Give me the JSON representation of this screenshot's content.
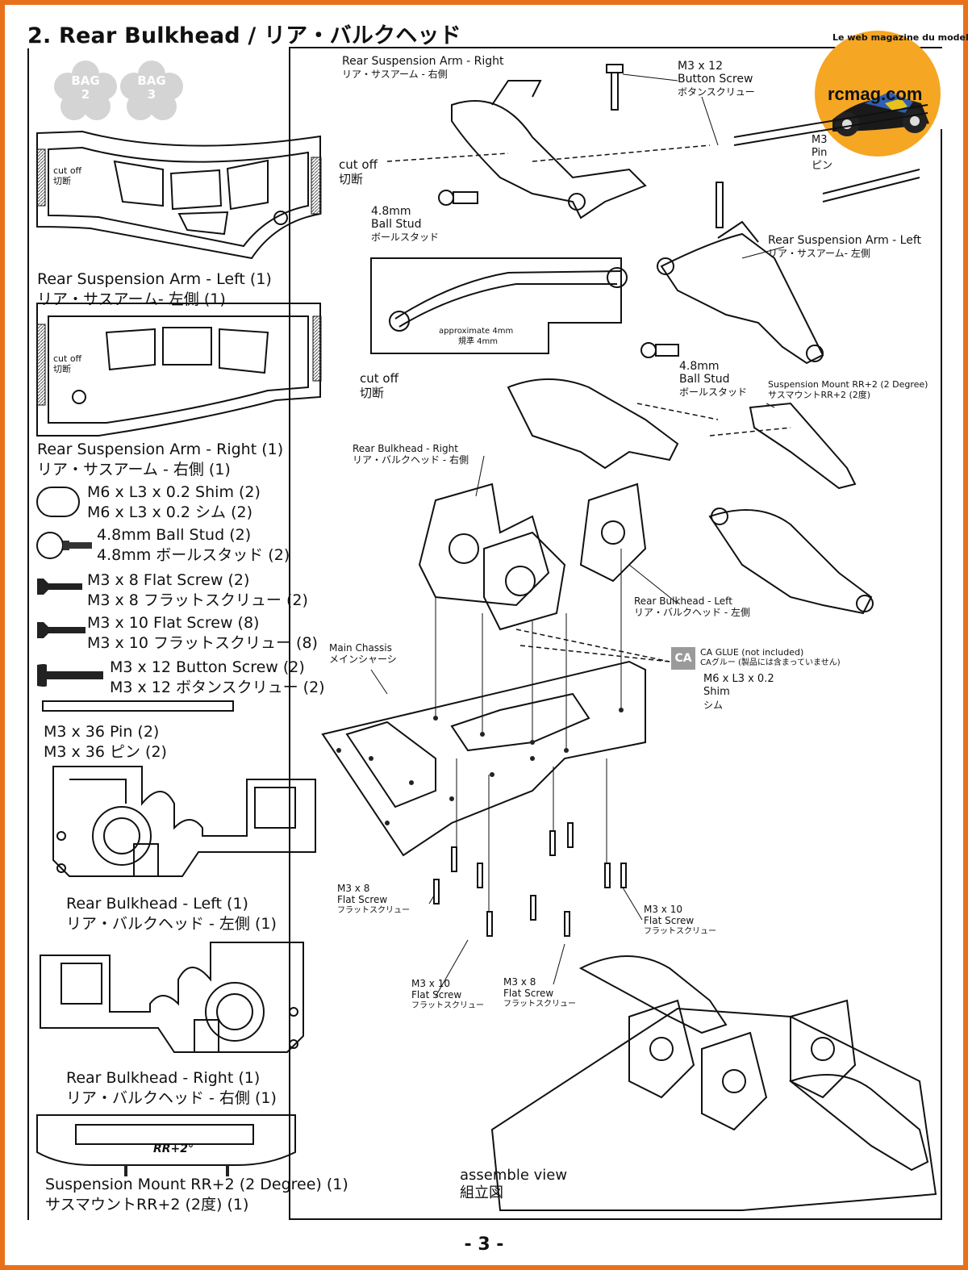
{
  "title": "2. Rear Bulkhead / リア・バルクヘッド",
  "bags": [
    "BAG 2",
    "BAG 3"
  ],
  "logo": {
    "text": "rcmag.com",
    "tagline": "Le web magazine du modelisme"
  },
  "colors": {
    "frame": "#e8701a",
    "logo_bg": "#f5a623",
    "ca_badge": "#9a9a9a"
  },
  "parts": {
    "arm_left_cut": {
      "inner_en": "cut off",
      "inner_jp": "切断",
      "outer_en": "cut off",
      "outer_jp": "切断"
    },
    "arm_left": {
      "en": "Rear Suspension Arm - Left (1)",
      "jp": "リア・サスアーム- 左側 (1)"
    },
    "arm_right_cut": {
      "inner_en": "cut off",
      "inner_jp": "切断",
      "outer_en": "cut off",
      "outer_jp": "切断"
    },
    "arm_right": {
      "en": "Rear Suspension Arm - Right (1)",
      "jp": "リア・サスアーム - 右側 (1)"
    },
    "shim": {
      "en": "M6 x L3 x 0.2 Shim (2)",
      "jp": "M6 x L3 x 0.2 シム (2)"
    },
    "ball_stud": {
      "en": "4.8mm Ball Stud (2)",
      "jp": "4.8mm ボールスタッド (2)"
    },
    "flat8": {
      "en": "M3 x 8 Flat Screw (2)",
      "jp": "M3 x 8 フラットスクリュー (2)"
    },
    "flat10": {
      "en": "M3 x 10 Flat Screw (8)",
      "jp": "M3 x 10 フラットスクリュー (8)"
    },
    "button12": {
      "en": "M3 x 12 Button Screw (2)",
      "jp": "M3 x 12 ボタンスクリュー (2)"
    },
    "pin": {
      "en": "M3 x 36 Pin (2)",
      "jp": "M3 x 36 ピン (2)"
    },
    "bulk_left": {
      "en": "Rear Bulkhead - Left (1)",
      "jp": "リア・バルクヘッド - 左側 (1)"
    },
    "bulk_right": {
      "en": "Rear Bulkhead - Right (1)",
      "jp": "リア・バルクヘッド - 右側 (1)"
    },
    "mount_mark": "RR+2°",
    "mount": {
      "en": "Suspension Mount RR+2 (2 Degree) (1)",
      "jp": "サスマウントRR+2 (2度) (1)"
    }
  },
  "diagram": {
    "arm_right": {
      "en": "Rear Suspension Arm - Right",
      "jp": "リア・サスアーム - 右側"
    },
    "button_screw": {
      "l1": "M3 x 12",
      "l2": "Button Screw",
      "jp": "ボタンスクリュー"
    },
    "pin": {
      "l1": "M3",
      "l2": "Pin",
      "jp": "ピン"
    },
    "ball_stud_top": {
      "l1": "4.8mm",
      "l2": "Ball Stud",
      "jp": "ボールスタッド"
    },
    "arm_left": {
      "en": "Rear Suspension Arm - Left",
      "jp": "リア・サスアーム- 左側"
    },
    "approx": {
      "en": "approximate 4mm",
      "jp": "規準 4mm"
    },
    "ball_stud_mid": {
      "l1": "4.8mm",
      "l2": "Ball Stud",
      "jp": "ボールスタッド"
    },
    "mount": {
      "en": "Suspension Mount RR+2 (2 Degree)",
      "jp": "サスマウントRR+2 (2度)"
    },
    "bulk_right": {
      "en": "Rear Bulkhead - Right",
      "jp": "リア・バルクヘッド - 右側"
    },
    "bulk_left": {
      "en": "Rear Bulkhead - Left",
      "jp": "リア・バルクヘッド - 左側"
    },
    "chassis": {
      "en": "Main Chassis",
      "jp": "メインシャーシ"
    },
    "ca_badge": "CA",
    "ca_glue": {
      "en": "CA GLUE (not included)",
      "jp": "CAグルー (製品には含まっていません)"
    },
    "shim": {
      "l1": "M6 x L3 x 0.2",
      "l2": "Shim",
      "jp": "シム"
    },
    "flat8_left": {
      "l1": "M3 x 8",
      "l2": "Flat Screw",
      "jp": "フラットスクリュー"
    },
    "flat10_right": {
      "l1": "M3 x 10",
      "l2": "Flat Screw",
      "jp": "フラットスクリュー"
    },
    "flat10_bottom": {
      "l1": "M3 x 10",
      "l2": "Flat Screw",
      "jp": "フラットスクリュー"
    },
    "flat8_bottom": {
      "l1": "M3 x 8",
      "l2": "Flat Screw",
      "jp": "フラットスクリュー"
    },
    "assemble": {
      "en": "assemble view",
      "jp": "組立図"
    }
  },
  "page_number": "- 3 -"
}
